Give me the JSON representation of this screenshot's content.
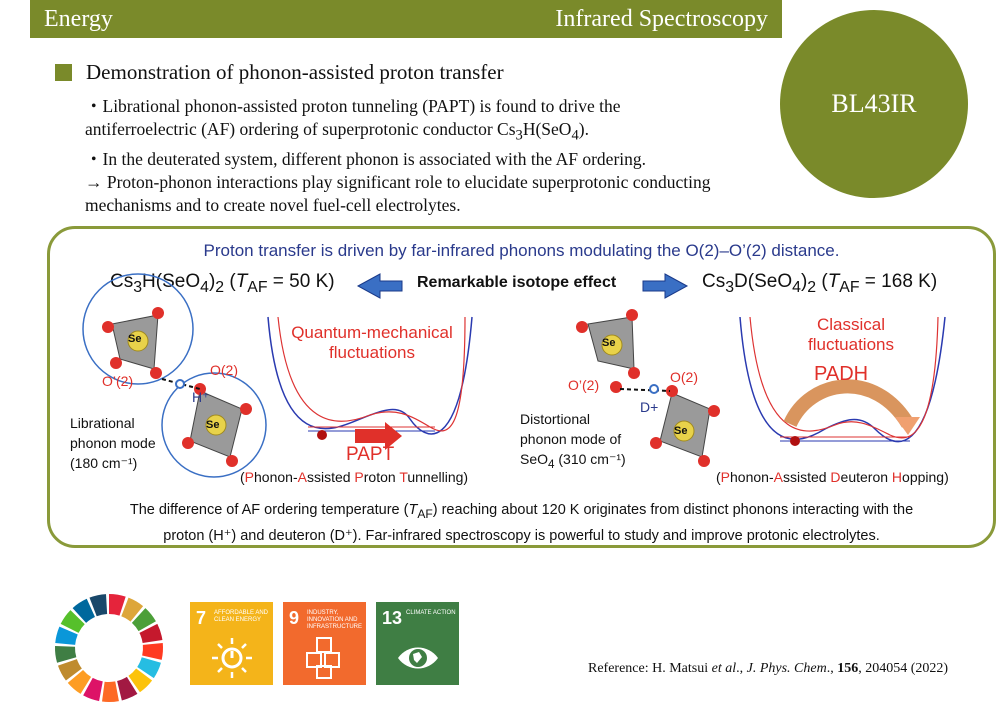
{
  "header": {
    "left_title": "Energy",
    "right_title": "Infrared Spectroscopy"
  },
  "beamline": "BL43IR",
  "section": {
    "title": "Demonstration of phonon-assisted proton transfer",
    "bullet1_line1": "・Librational phonon-assisted proton tunneling (PAPT) is found to drive the",
    "bullet1_line2_a": "antiferroelectric (AF) ordering of superprotonic conductor Cs",
    "bullet1_line2_b": "H(SeO",
    "bullet1_line2_c": ").",
    "sub3": "3",
    "sub4": "4",
    "sub2": "2",
    "bullet2": "・In the deuterated system, different phonon is associated with the AF ordering.",
    "bullet3_line1": "→ Proton-phonon interactions play significant role to elucidate superprotonic conducting",
    "bullet3_line2": "mechanisms and to create novel fuel-cell electrolytes."
  },
  "figure": {
    "title": "Proton transfer is driven by far-infrared phonons modulating the O(2)–O’(2) distance.",
    "left_formula_a": "Cs",
    "left_formula_b": "H(SeO",
    "left_formula_c": ")",
    "left_formula_d": " (",
    "left_formula_T": "T",
    "left_formula_AF": "AF",
    "left_formula_e": " = 50 K)",
    "center_label": "Remarkable isotope effect",
    "right_formula_a": "Cs",
    "right_formula_b": "D(SeO",
    "right_formula_c": ")",
    "right_formula_d": " (",
    "right_formula_T": "T",
    "right_formula_AF": "AF",
    "right_formula_e": " = 168 K)",
    "sub3": "3",
    "sub4": "4",
    "sub2": "2",
    "quantum_line1": "Quantum-mechanical",
    "quantum_line2": "fluctuations",
    "classical_line1": "Classical",
    "classical_line2": "fluctuations",
    "papt": "PAPT",
    "padh": "PADH",
    "papt_full_a": "(",
    "papt_P": "P",
    "papt_b": "honon-",
    "papt_A": "A",
    "papt_c": "ssisted ",
    "papt_Pr": "P",
    "papt_d": "roton ",
    "papt_T": "T",
    "papt_e": "unnelling)",
    "padh_full_a": "(",
    "padh_P": "P",
    "padh_b": "honon-",
    "padh_A": "A",
    "padh_c": "ssisted ",
    "padh_D": "D",
    "padh_d": "euteron ",
    "padh_H": "H",
    "padh_e": "opping)",
    "se": "Se",
    "o2": "O(2)",
    "o2p": "O’(2)",
    "hplus": "H⁺",
    "dplus": "D+",
    "lib_line1": "Librational",
    "lib_line2": "phonon mode",
    "lib_line3": "(180 cm⁻¹)",
    "dist_line1": "Distortional",
    "dist_line2": "phonon mode of",
    "dist_line3_a": "SeO",
    "dist_line3_b": " (310 cm⁻¹)",
    "caption_line1_a": "The difference of AF ordering temperature (",
    "caption_T": "T",
    "caption_AF": "AF",
    "caption_line1_b": ") reaching about 120 K originates from distinct phonons interacting with the",
    "caption_line2": "proton (H⁺) and deuteron (D⁺). Far-infrared spectroscopy is powerful to study and improve protonic electrolytes."
  },
  "sdgs": [
    {
      "number": "7",
      "label": "AFFORDABLE AND CLEAN ENERGY",
      "color": "#f4b41a",
      "icon": "sun-plug-icon"
    },
    {
      "number": "9",
      "label": "INDUSTRY, INNOVATION AND INFRASTRUCTURE",
      "color": "#f26a2d",
      "icon": "cubes-icon"
    },
    {
      "number": "13",
      "label": "CLIMATE ACTION",
      "color": "#3f7e44",
      "icon": "eye-globe-icon"
    }
  ],
  "reference": {
    "a": "Reference: H. Matsui ",
    "b": "et al",
    "c": "., ",
    "d": "J. Phys. Chem",
    "e": "., ",
    "f": "156",
    "g": ", 204054 (2022)"
  },
  "colors": {
    "brand": "#7a8a2a",
    "figure_blue": "#2a3a8c",
    "red": "#e0302a",
    "panel_border": "#8a9a3a"
  }
}
